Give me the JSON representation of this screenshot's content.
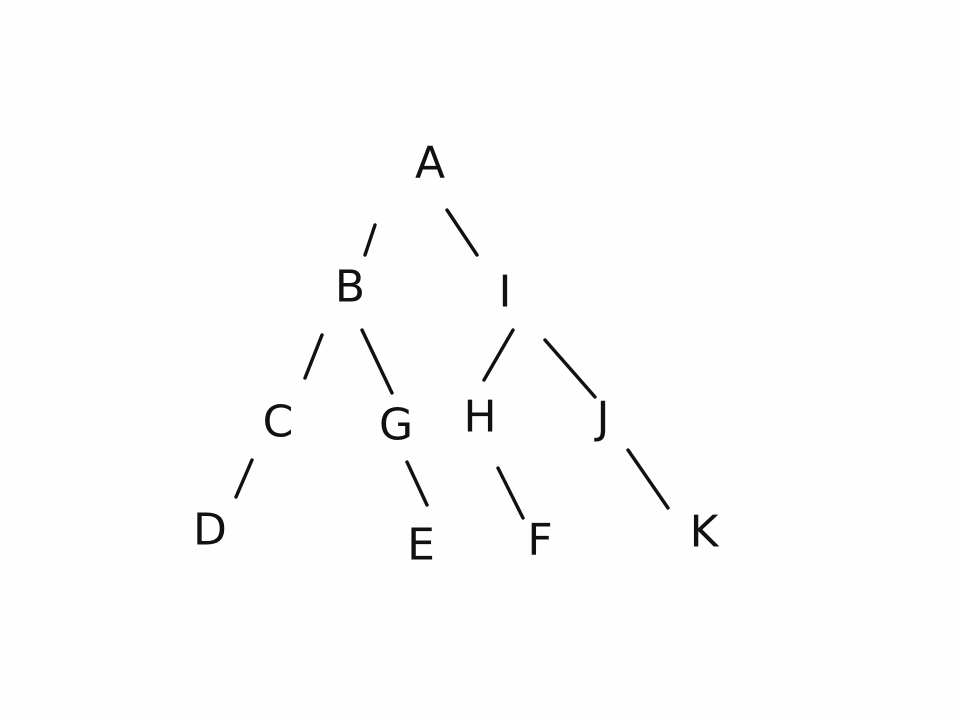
{
  "diagram": {
    "type": "tree",
    "ink_color": "#111111",
    "paper_color": "#fefefe",
    "nodes": [
      {
        "id": "A",
        "label": "A"
      },
      {
        "id": "B",
        "label": "B"
      },
      {
        "id": "I",
        "label": "I"
      },
      {
        "id": "C",
        "label": "C"
      },
      {
        "id": "G",
        "label": "G"
      },
      {
        "id": "H",
        "label": "H"
      },
      {
        "id": "J",
        "label": "J"
      },
      {
        "id": "D",
        "label": "D"
      },
      {
        "id": "E",
        "label": "E"
      },
      {
        "id": "F",
        "label": "F"
      },
      {
        "id": "K",
        "label": "K"
      }
    ],
    "edges": [
      {
        "from": "A",
        "to": "B"
      },
      {
        "from": "A",
        "to": "I"
      },
      {
        "from": "B",
        "to": "C"
      },
      {
        "from": "B",
        "to": "G"
      },
      {
        "from": "I",
        "to": "H"
      },
      {
        "from": "I",
        "to": "J"
      },
      {
        "from": "C",
        "to": "D"
      },
      {
        "from": "G",
        "to": "E"
      },
      {
        "from": "H",
        "to": "F"
      },
      {
        "from": "J",
        "to": "K"
      }
    ]
  }
}
